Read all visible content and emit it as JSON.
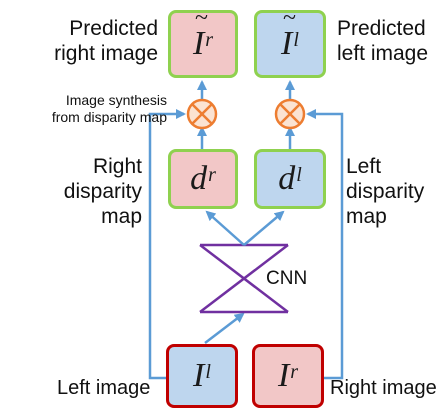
{
  "labels": {
    "predicted_right": "Predicted right image",
    "predicted_right_l1": "Predicted",
    "predicted_right_l2": "right image",
    "predicted_left_l1": "Predicted",
    "predicted_left_l2": "left image",
    "synthesis_l1": "Image synthesis",
    "synthesis_l2": "from disparity map",
    "right_disp_l1": "Right",
    "right_disp_l2": "disparity",
    "right_disp_l3": "map",
    "left_disp_l1": "Left",
    "left_disp_l2": "disparity",
    "left_disp_l3": "map",
    "cnn": "CNN",
    "left_image": "Left image",
    "right_image": "Right image"
  },
  "boxes": {
    "pred_right": {
      "base": "I",
      "sup": "r"
    },
    "pred_left": {
      "base": "I",
      "sup": "l"
    },
    "disp_right": {
      "base": "d",
      "sup": "r"
    },
    "disp_left": {
      "base": "d",
      "sup": "l"
    },
    "input_left": {
      "base": "I",
      "sup": "l"
    },
    "input_right": {
      "base": "I",
      "sup": "r"
    }
  },
  "colors": {
    "pink_fill": "#f2c7c7",
    "blue_fill": "#bed6ee",
    "green_border": "#8fd14f",
    "red_border": "#c00000",
    "arrow": "#5b9bd5",
    "cnn": "#7030a0",
    "op_fill": "#fbe3d2",
    "op_stroke": "#ed7d31"
  }
}
